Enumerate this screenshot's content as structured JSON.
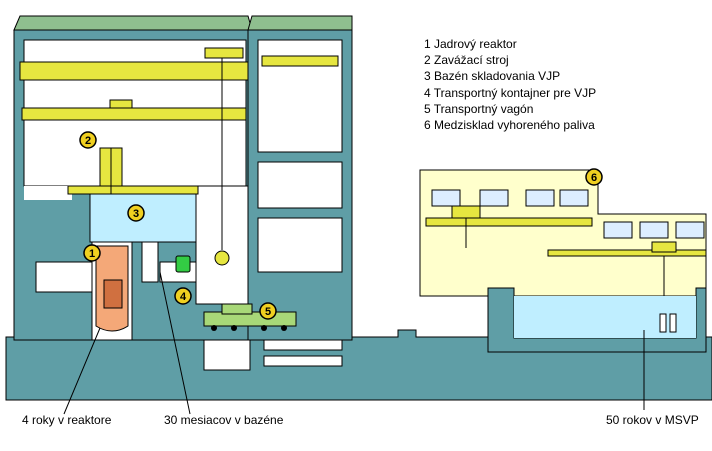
{
  "legend": [
    "1 Jadrový reaktor",
    "2 Zavážací stroj",
    "3 Bazén skladovania VJP",
    "4 Transportný kontajner pre VJP",
    "5 Transportný vagón",
    "6 Medzisklad vyhoreného paliva"
  ],
  "markers": [
    "1",
    "2",
    "3",
    "4",
    "5",
    "6"
  ],
  "captions": {
    "reactor": "4 roky v reaktore",
    "pool": "30 mesiacov v bazéne",
    "storage": "50 rokov v MSVP"
  },
  "colors": {
    "wall": "#5f9ea6",
    "water": "#bfeeff",
    "crane": "#e6e640",
    "roof": "#8fbf8f",
    "storage_bg": "#ffffcc",
    "marker": "#f0d020",
    "fuel": "#f4a878",
    "container": "#33cc44",
    "wagon": "#a8d878"
  }
}
